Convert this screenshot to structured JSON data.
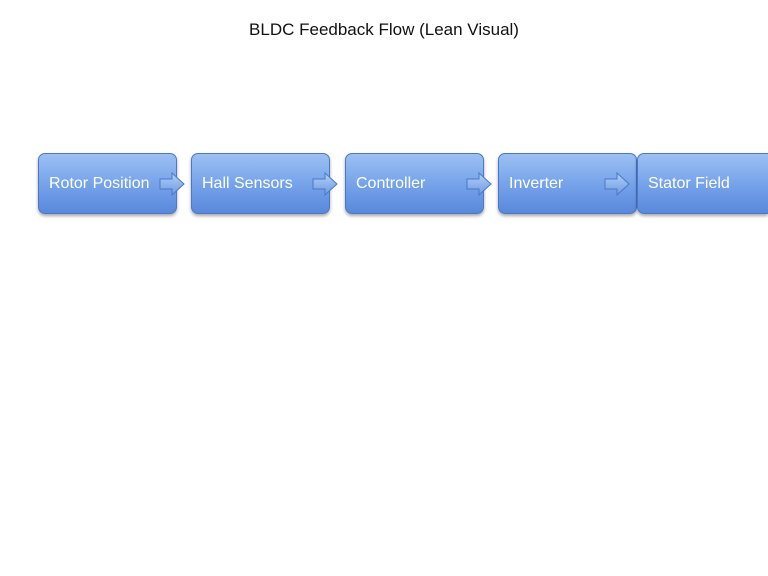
{
  "title": "BLDC Feedback Flow (Lean Visual)",
  "nodes": [
    {
      "label": "Rotor Position"
    },
    {
      "label": "Hall Sensors"
    },
    {
      "label": "Controller"
    },
    {
      "label": "Inverter"
    },
    {
      "label": "Stator Field"
    }
  ],
  "colors": {
    "box_fill_top": "#9cc0f2",
    "box_fill_bottom": "#5a88dc",
    "box_border": "#4a78c4",
    "arrow_fill": "#8fb6ee",
    "arrow_border": "#4a78c4"
  },
  "icons": {
    "connector": "right-arrow-icon"
  }
}
